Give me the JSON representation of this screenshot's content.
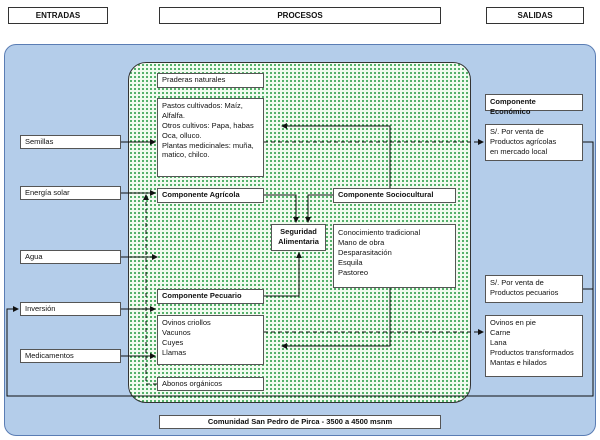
{
  "headers": {
    "entradas": "ENTRADAS",
    "procesos": "PROCESOS",
    "salidas": "SALIDAS"
  },
  "inputs": [
    "Semillas",
    "Energía solar",
    "Agua",
    "Inversión",
    "Medicamentos"
  ],
  "praderas": "Praderas naturales",
  "cultivos_lines": [
    "Pastos cultivados: Maíz,",
    "Alfalfa.",
    "Otros cultivos: Papa, habas",
    "Oca, olluco.",
    "Plantas medicinales: muña,",
    "matico, chilco."
  ],
  "componente_agricola": "Componente Agrícola",
  "componente_pecuario": "Componente Pecuario",
  "componente_sociocultural": "Componente Sociocultural",
  "seguridad_lines": [
    "Seguridad",
    "Alimentaria"
  ],
  "sociocultural_lines": [
    "Conocimiento tradicional",
    "Mano de obra",
    "Desparasitación",
    "Esquila",
    "Pastoreo"
  ],
  "pecuario_lines": [
    "Ovinos criollos",
    "Vacunos",
    "Cuyes",
    "Llamas"
  ],
  "abonos": "Abonos orgánicos",
  "componente_economico": "Componente Económico",
  "salida_agricola_lines": [
    "S/. Por venta de",
    "Productos agrícolas",
    "en mercado local"
  ],
  "salida_pecuaria_lines": [
    "S/. Por venta de",
    "Productos pecuarios"
  ],
  "productos_lines": [
    "Ovinos en pie",
    "Carne",
    "Lana",
    "Productos transformados",
    "Mantas e hilados"
  ],
  "footer": "Comunidad San Pedro de Pirca - 3500 a 4500 msnm"
}
